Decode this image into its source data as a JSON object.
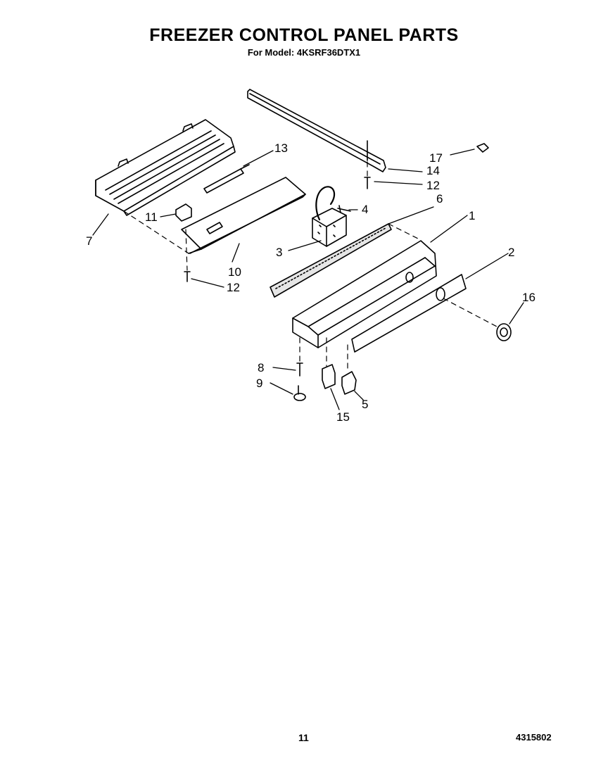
{
  "header": {
    "title": "FREEZER CONTROL PANEL PARTS",
    "subtitle": "For Model: 4KSRF36DTX1"
  },
  "footer": {
    "page_number": "11",
    "document_number": "4315802"
  },
  "callouts": {
    "c1": "1",
    "c2": "2",
    "c3": "3",
    "c4": "4",
    "c5": "5",
    "c6": "6",
    "c7": "7",
    "c8": "8",
    "c9": "9",
    "c10": "10",
    "c11": "11",
    "c12a": "12",
    "c12b": "12",
    "c13": "13",
    "c14": "14",
    "c15": "15",
    "c16": "16",
    "c17": "17"
  }
}
